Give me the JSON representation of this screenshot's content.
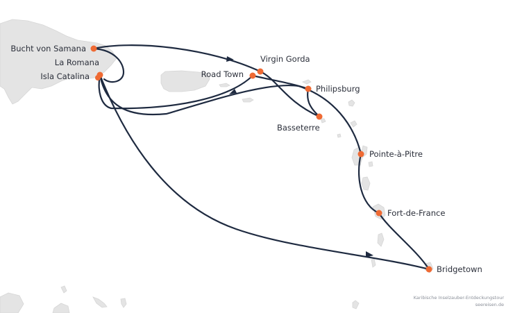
{
  "map": {
    "ports": [
      {
        "id": "samana",
        "name": "Bucht von Samana"
      },
      {
        "id": "romana",
        "name": "La Romana"
      },
      {
        "id": "catalina",
        "name": "Isla Catalina"
      },
      {
        "id": "virgin_gorda",
        "name": "Virgin Gorda"
      },
      {
        "id": "road_town",
        "name": "Road Town"
      },
      {
        "id": "philipsburg",
        "name": "Philipsburg"
      },
      {
        "id": "basseterre",
        "name": "Basseterre"
      },
      {
        "id": "pointe_a_pitre",
        "name": "Pointe-à-Pitre"
      },
      {
        "id": "fort_de_france",
        "name": "Fort-de-France"
      },
      {
        "id": "bridgetown",
        "name": "Bridgetown"
      }
    ],
    "colors": {
      "route": "#1e2a40",
      "port": "#ef6a33",
      "land": "#e4e4e4"
    }
  },
  "footer": {
    "tour_name": "Karibische Inselzauber-Entdeckungstour",
    "site": "seereisen.de"
  }
}
